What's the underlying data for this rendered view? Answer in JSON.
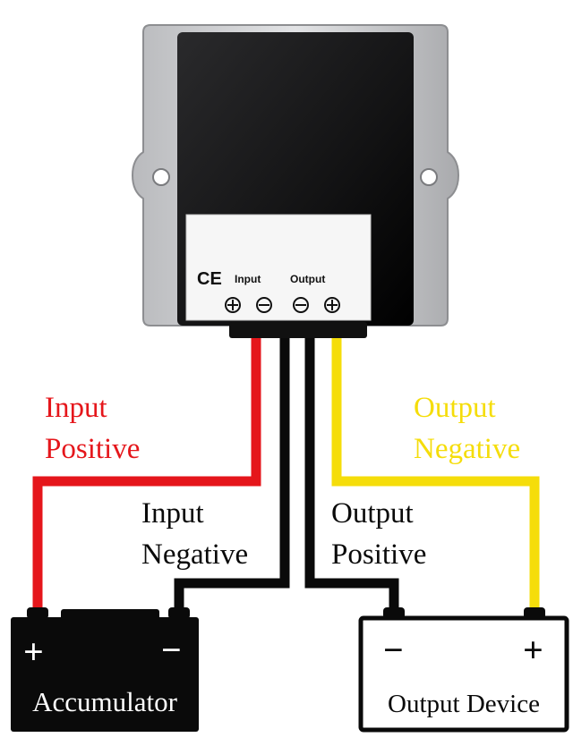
{
  "module": {
    "ce_mark": "CE",
    "input_label": "Input",
    "output_label": "Output",
    "terminal_symbols": [
      "⊕",
      "⊖",
      "⊖",
      "⊕"
    ]
  },
  "wires": {
    "input_positive": {
      "line1": "Input",
      "line2": "Positive",
      "color": "#e5161b"
    },
    "input_negative": {
      "line1": "Input",
      "line2": "Negative",
      "color": "#0a0a0a"
    },
    "output_positive": {
      "line1": "Output",
      "line2": "Positive",
      "color": "#0a0a0a"
    },
    "output_negative": {
      "line1": "Output",
      "line2": "Negative",
      "color": "#f5dd0a"
    }
  },
  "accumulator": {
    "label": "Accumulator",
    "plus": "+",
    "minus": "−"
  },
  "output_device": {
    "label": "Output Device",
    "minus": "−",
    "plus": "+"
  },
  "colors": {
    "red": "#e5161b",
    "yellow": "#f5dd0a",
    "black": "#0a0a0a",
    "module_metal": "#c8c9cc"
  }
}
